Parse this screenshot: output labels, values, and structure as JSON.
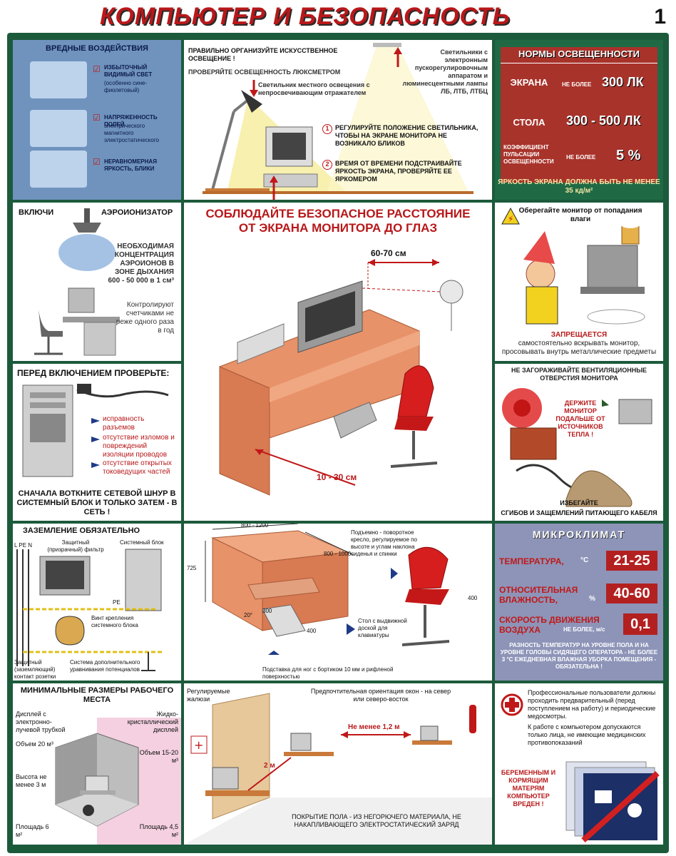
{
  "header": {
    "title": "КОМПЬЮТЕР И БЕЗОПАСНОСТЬ",
    "number": "1"
  },
  "harmful": {
    "title": "ВРЕДНЫЕ ВОЗДЕЙСТВИЯ",
    "item1": "ИЗБЫТОЧНЫЙ ВИДИМЫЙ СВЕТ",
    "item1_sub": "(особенно сине-фиолетовый)",
    "item2": "НАПРЯЖЕННОСТЬ ПОЛЕЙ",
    "item2_sub": [
      "электрического",
      "магнитного",
      "электростатического"
    ],
    "item3": "НЕРАВНОМЕРНАЯ ЯРКОСТЬ, БЛИКИ"
  },
  "lighting": {
    "heading": "ПРАВИЛЬНО ОРГАНИЗУЙТЕ ИСКУССТВЕННОЕ ОСВЕЩЕНИЕ !",
    "check": "ПРОВЕРЯЙТЕ ОСВЕЩЕННОСТЬ ЛЮКСМЕТРОМ",
    "fixtures": "Светильники с электронным пускорегулировочным аппаратом и люминесцентными лампы ЛБ, ЛТБ, ЛТБЦ",
    "local": "Светильник местного освещения с непросвечивающим отражателем",
    "tip1": "РЕГУЛИРУЙТЕ ПОЛОЖЕНИЕ СВЕТИЛЬНИКА, ЧТОБЫ НА ЭКРАНЕ МОНИТОРА НЕ ВОЗНИКАЛО БЛИКОВ",
    "tip2": "ВРЕМЯ ОТ ВРЕМЕНИ ПОДСТРАИВАЙТЕ ЯРКОСТЬ ЭКРАНА, ПРОВЕРЯЙТЕ ЕЕ ЯРКОМЕРОМ",
    "marker1": "1",
    "marker2": "2"
  },
  "norms": {
    "title": "НОРМЫ ОСВЕЩЕННОСТИ",
    "screen_label": "ЭКРАНА",
    "screen_prefix": "НЕ БОЛЕЕ",
    "screen_value": "300 ЛК",
    "desk_label": "СТОЛА",
    "desk_value": "300 - 500 ЛК",
    "pulse_label": "КОЭФФИЦИЕНТ ПУЛЬСАЦИИ ОСВЕЩЕННОСТИ",
    "pulse_prefix": "НЕ БОЛЕЕ",
    "pulse_value": "5 %",
    "footer": "ЯРКОСТЬ ЭКРАНА ДОЛЖНА БЫТЬ НЕ МЕНЕЕ 35 кд/м²"
  },
  "ionizer": {
    "left": "ВКЛЮЧИ",
    "right": "АЭРОИОНИЗАТОР",
    "text1": "НЕОБХОДИМАЯ КОНЦЕНТРАЦИЯ АЭРОИОНОВ В ЗОНЕ ДЫХАНИЯ 600 - 50 000 в 1 см³",
    "text2": "Контролируют счетчиками не реже одного раза в год"
  },
  "distance": {
    "title1": "СОБЛЮДАЙТЕ БЕЗОПАСНОЕ РАССТОЯНИЕ",
    "title2": "ОТ ЭКРАНА МОНИТОРА ДО ГЛАЗ",
    "eye_distance": "60-70 см",
    "desk_distance": "10 - 30 см"
  },
  "moisture": {
    "title": "Оберегайте монитор от попадания влаги",
    "forbid": "ЗАПРЕЩАЕТСЯ",
    "forbid_text": "самостоятельно вскрывать монитор, просовывать внутрь металлические предметы"
  },
  "beforeon": {
    "title": "ПЕРЕД ВКЛЮЧЕНИЕМ ПРОВЕРЬТЕ:",
    "c1": "исправность разъемов",
    "c2": "отсутствие изломов и повреждений изоляции проводов",
    "c3": "отсутствие открытых токоведущих частей",
    "footer": "СНАЧАЛА ВОТКНИТЕ СЕТЕВОЙ ШНУР В СИСТЕМНЫЙ БЛОК И ТОЛЬКО ЗАТЕМ - В СЕТЬ !"
  },
  "ventilation": {
    "title": "НЕ ЗАГОРАЖИВАЙТЕ ВЕНТИЛЯЦИОННЫЕ ОТВЕРСТИЯ МОНИТОРА",
    "keep": "ДЕРЖИТЕ МОНИТОР ПОДАЛЬШЕ ОТ ИСТОЧНИКОВ ТЕПЛА !",
    "avoid": "ИЗБЕГАЙТЕ",
    "avoid2": "СГИБОВ И ЗАЩЕМЛЕНИЙ ПИТАЮЩЕГО КАБЕЛЯ"
  },
  "grounding": {
    "title": "ЗАЗЕМЛЕНИЕ ОБЯЗАТЕЛЬНО",
    "lpen": "L PE N",
    "filter": "Защитный (призрачный) фильтр",
    "sysblock": "Системный блок",
    "pe": "PE",
    "screw": "Винт крепления системного блока",
    "contact": "Защитный (заземляющий) контакт розетки",
    "equal": "Система дополнительного уравнивания потенциалов"
  },
  "dims": {
    "w": "800 - 1200",
    "d": "800 - 1000",
    "h": "725",
    "chair": "Подъемно - поворотное кресло, регулируемое по высоте и углам наклона сиденья и спинки",
    "chair_w": "400",
    "foot_angle": "20°",
    "foot_w": "300",
    "foot_d": "400",
    "table": "Стол с выдвижной доской для клавиатуры",
    "footrest": "Подставка для ног с бортиком 10 мм и рифленой поверхностью"
  },
  "climate": {
    "title": "МИКРОКЛИМАТ",
    "temp_label": "ТЕМПЕРАТУРА,",
    "temp_unit": "°С",
    "temp_value": "21-25",
    "hum_label": "ОТНОСИТЕЛЬНАЯ ВЛАЖНОСТЬ,",
    "hum_unit": "%",
    "hum_value": "40-60",
    "air_label": "СКОРОСТЬ ДВИЖЕНИЯ ВОЗДУХА",
    "air_prefix": "НЕ БОЛЕЕ, м/с",
    "air_value": "0,1",
    "note": "РАЗНОСТЬ ТЕМПЕРАТУР НА УРОВНЕ ПОЛА И НА УРОВНЕ ГОЛОВЫ СИДЯЩЕГО ОПЕРАТОРА - НЕ БОЛЕЕ 3 °С ЕЖЕДНЕВНАЯ ВЛАЖНАЯ УБОРКА ПОМЕЩЕНИЯ - ОБЯЗАТЕЛЬНА !"
  },
  "minsize": {
    "title": "МИНИМАЛЬНЫЕ РАЗМЕРЫ РАБОЧЕГО МЕСТА",
    "crt": "Дисплей с электронно-лучевой трубкой",
    "lcd": "Жидко-кристаллический дисплей",
    "vol1": "Объем 20 м³",
    "vol2": "Объем 15-20 м³",
    "height": "Высота не менее 3 м",
    "area1": "Площадь 6 м²",
    "area2": "Площадь 4,5 м²"
  },
  "room": {
    "blinds": "Регулируемые жалюзи",
    "orient": "Предпочтительная ориентация окон - на север или северо-восток",
    "min": "Не менее 1,2 м",
    "two": "2 м",
    "floor": "ПОКРЫТИЕ ПОЛА - ИЗ НЕГОРЮЧЕГО МАТЕРИАЛА, НЕ НАКАПЛИВАЮЩЕГО ЭЛЕКТРОСТАТИЧЕСКИЙ ЗАРЯД"
  },
  "medical": {
    "text": "Профессиональные пользователи должны проходить предварительный (перед поступлением на работу) и периодические медосмотры.",
    "text2": "К работе с компьютером допускаются только лица, не имеющие медицинских противопоказаний",
    "pregnant": "БЕРЕМЕННЫМ И КОРМЯЩИМ МАТЕРЯМ КОМПЬЮТЕР ВРЕДЕН !"
  }
}
